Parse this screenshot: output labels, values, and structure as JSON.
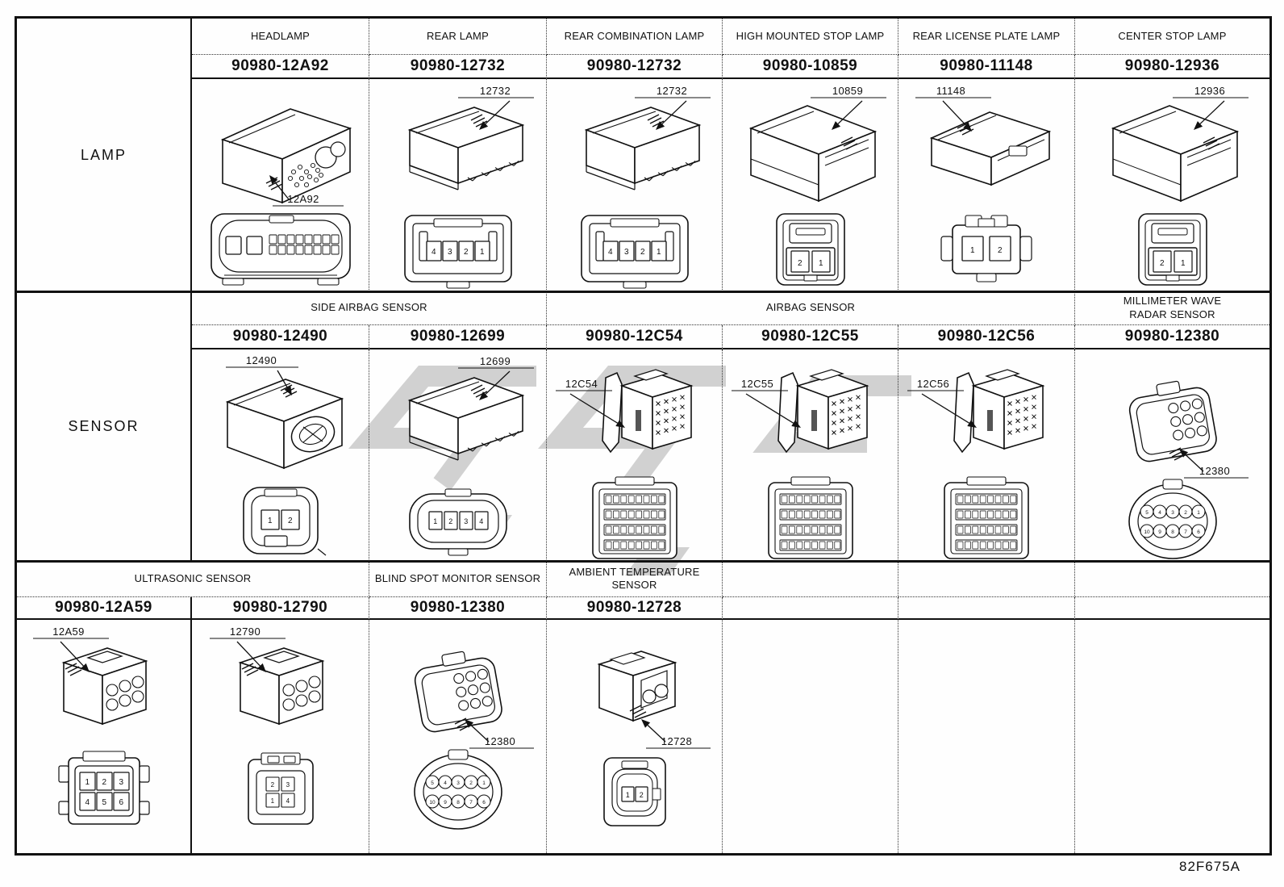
{
  "plate_code": "82F675A",
  "colors": {
    "line": "#111111",
    "watermark": "#c6c6c6"
  },
  "rows": [
    {
      "section_label": "LAMP",
      "titles": [
        {
          "text": "HEADLAMP",
          "span": 1
        },
        {
          "text": "REAR LAMP",
          "span": 1
        },
        {
          "text": "REAR COMBINATION LAMP",
          "span": 1
        },
        {
          "text": "HIGH MOUNTED STOP LAMP",
          "span": 1
        },
        {
          "text": "REAR LICENSE PLATE LAMP",
          "span": 1
        },
        {
          "text": "CENTER STOP LAMP",
          "span": 1
        }
      ],
      "cells": [
        {
          "part_number": "90980-12A92",
          "callout": "12A92",
          "callout_pos": "br2",
          "view3d": "wide",
          "front": {
            "type": "wide"
          }
        },
        {
          "part_number": "90980-12732",
          "callout": "12732",
          "callout_pos": "tr",
          "view3d": "box",
          "front": {
            "type": "pins-row",
            "pins": [
              "4",
              "3",
              "2",
              "1"
            ]
          }
        },
        {
          "part_number": "90980-12732",
          "callout": "12732",
          "callout_pos": "tr",
          "view3d": "box",
          "front": {
            "type": "pins-row",
            "pins": [
              "4",
              "3",
              "2",
              "1"
            ]
          }
        },
        {
          "part_number": "90980-10859",
          "callout": "10859",
          "callout_pos": "tr",
          "view3d": "long",
          "front": {
            "type": "square2",
            "pins": [
              "2",
              "1"
            ]
          }
        },
        {
          "part_number": "90980-11148",
          "callout": "11148",
          "callout_pos": "tl",
          "view3d": "flat",
          "front": {
            "type": "wing2",
            "pins": [
              "1",
              "2"
            ]
          }
        },
        {
          "part_number": "90980-12936",
          "callout": "12936",
          "callout_pos": "tr",
          "view3d": "long",
          "front": {
            "type": "square2",
            "pins": [
              "2",
              "1"
            ]
          }
        }
      ]
    },
    {
      "section_label": "SENSOR",
      "titles": [
        {
          "text": "SIDE AIRBAG SENSOR",
          "span": 2
        },
        {
          "text": "AIRBAG SENSOR",
          "span": 3
        },
        {
          "text": "MILLIMETER WAVE\nRADAR SENSOR",
          "span": 1
        }
      ],
      "cells": [
        {
          "part_number": "90980-12490",
          "callout": "12490",
          "callout_pos": "tl2",
          "view3d": "round",
          "front": {
            "type": "oval2",
            "pins": [
              "1",
              "2"
            ]
          }
        },
        {
          "part_number": "90980-12699",
          "callout": "12699",
          "callout_pos": "tr",
          "view3d": "box",
          "front": {
            "type": "oval4",
            "pins": [
              "1",
              "2",
              "3",
              "4"
            ]
          }
        },
        {
          "part_number": "90980-12C54",
          "callout": "12C54",
          "callout_pos": "left",
          "view3d": "tall",
          "front": {
            "type": "grid",
            "rows": 4,
            "cols": 8
          }
        },
        {
          "part_number": "90980-12C55",
          "callout": "12C55",
          "callout_pos": "left",
          "view3d": "tall",
          "front": {
            "type": "grid",
            "rows": 4,
            "cols": 8
          }
        },
        {
          "part_number": "90980-12C56",
          "callout": "12C56",
          "callout_pos": "left",
          "view3d": "tall",
          "front": {
            "type": "grid",
            "rows": 4,
            "cols": 8
          }
        },
        {
          "part_number": "90980-12380",
          "callout": "12380",
          "callout_pos": "br",
          "view3d": "round10",
          "front": {
            "type": "round10",
            "pins": [
              "5",
              "4",
              "3",
              "2",
              "1",
              "10",
              "9",
              "8",
              "7",
              "6"
            ]
          }
        }
      ]
    },
    {
      "section_label": null,
      "titles": [
        {
          "text": "ULTRASONIC SENSOR",
          "span": 2
        },
        {
          "text": "BLIND SPOT MONITOR SENSOR",
          "span": 1
        },
        {
          "text": "AMBIENT TEMPERATURE\nSENSOR",
          "span": 1
        },
        {
          "text": "",
          "span": 1
        },
        {
          "text": "",
          "span": 1
        },
        {
          "text": "",
          "span": 1
        }
      ],
      "cells": [
        {
          "part_number": "90980-12A59",
          "callout": "12A59",
          "callout_pos": "tl",
          "view3d": "cube6",
          "front": {
            "type": "grid-labeled",
            "pins": [
              "1",
              "2",
              "3",
              "4",
              "5",
              "6"
            ]
          }
        },
        {
          "part_number": "90980-12790",
          "callout": "12790",
          "callout_pos": "tl",
          "view3d": "cube6",
          "front": {
            "type": "grid-small",
            "pins": [
              "2",
              "3",
              "1",
              "4"
            ]
          }
        },
        {
          "part_number": "90980-12380",
          "callout": "12380",
          "callout_pos": "br",
          "view3d": "round10",
          "front": {
            "type": "round10",
            "pins": [
              "5",
              "4",
              "3",
              "2",
              "1",
              "10",
              "9",
              "8",
              "7",
              "6"
            ]
          }
        },
        {
          "part_number": "90980-12728",
          "callout": "12728",
          "callout_pos": "br",
          "view3d": "cube2",
          "front": {
            "type": "oval2s",
            "pins": [
              "1",
              "2"
            ]
          }
        },
        null,
        null,
        null
      ]
    }
  ]
}
